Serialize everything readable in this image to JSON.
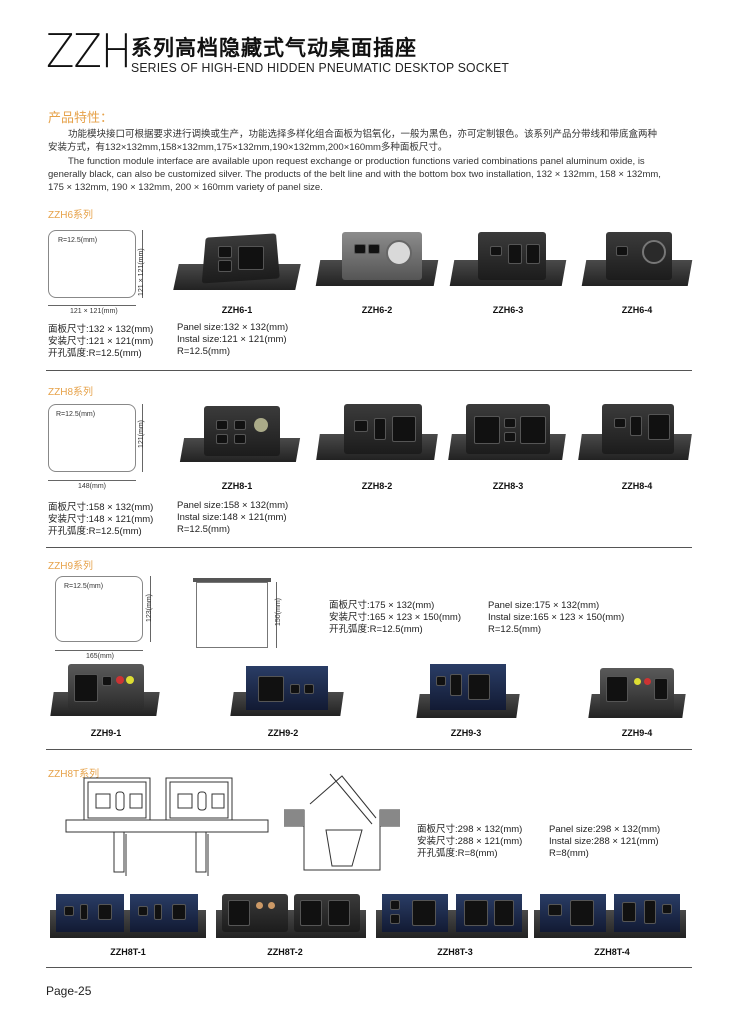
{
  "header": {
    "code": "ZZH",
    "title_cn": "系列高档隐藏式气动桌面插座",
    "title_en": "SERIES OF HIGH-END HIDDEN PNEUMATIC DESKTOP SOCKET"
  },
  "features": {
    "heading": "产品特性：",
    "cn_line1": "功能模块接口可根据要求进行调换或生产，功能选择多样化组合面板为铝氧化，一般为黑色，亦可定制银色。该系列产品分带线和带底盒两种",
    "cn_line2": "安装方式，有132×132mm,158×132mm,175×132mm,190×132mm,200×160mm多种面板尺寸。",
    "en_line1": "The function module interface are available upon request exchange or production functions varied combinations panel aluminum oxide, is",
    "en_line2": "generally black, can also be customized silver. The products of the belt line and with the bottom box two installation, 132 × 132mm, 158 × 132mm,",
    "en_line3": "175 × 132mm, 190 × 132mm, 200 × 160mm variety of panel size."
  },
  "zzh6": {
    "series": "ZZH6系列",
    "radius_label": "R=12.5(mm)",
    "width_label": "121 × 121(mm)",
    "height_label": "121 × 121(mm)",
    "spec_cn": [
      "面板尺寸:132 × 132(mm)",
      "安装尺寸:121 × 121(mm)",
      "开孔弧度:R=12.5(mm)"
    ],
    "spec_en": [
      "Panel size:132 × 132(mm)",
      "Instal size:121 × 121(mm)",
      "R=12.5(mm)"
    ],
    "products": [
      "ZZH6-1",
      "ZZH6-2",
      "ZZH6-3",
      "ZZH6-4"
    ]
  },
  "zzh8": {
    "series": "ZZH8系列",
    "radius_label": "R=12.5(mm)",
    "width_label": "148(mm)",
    "height_label": "121(mm)",
    "spec_cn": [
      "面板尺寸:158 × 132(mm)",
      "安装尺寸:148 × 121(mm)",
      "开孔弧度:R=12.5(mm)"
    ],
    "spec_en": [
      "Panel size:158 × 132(mm)",
      "Instal size:148 × 121(mm)",
      "R=12.5(mm)"
    ],
    "products": [
      "ZZH8-1",
      "ZZH8-2",
      "ZZH8-3",
      "ZZH8-4"
    ]
  },
  "zzh9": {
    "series": "ZZH9系列",
    "radius_label": "R=12.5(mm)",
    "width_label": "165(mm)",
    "height_label": "123(mm)",
    "depth_label": "150(mm)",
    "spec_cn": [
      "面板尺寸:175 × 132(mm)",
      "安装尺寸:165 × 123 × 150(mm)",
      "开孔弧度:R=12.5(mm)"
    ],
    "spec_en": [
      "Panel size:175 × 132(mm)",
      "Instal size:165 × 123 × 150(mm)",
      "R=12.5(mm)"
    ],
    "products": [
      "ZZH9-1",
      "ZZH9-2",
      "ZZH9-3",
      "ZZH9-4"
    ]
  },
  "zzh8t": {
    "series": "ZZH8T系列",
    "spec_cn": [
      "面板尺寸:298 × 132(mm)",
      "安装尺寸:288 × 121(mm)",
      "开孔弧度:R=8(mm)"
    ],
    "spec_en": [
      "Panel size:298 × 132(mm)",
      "Instal size:288 × 121(mm)",
      "R=8(mm)"
    ],
    "products": [
      "ZZH8T-1",
      "ZZH8T-2",
      "ZZH8T-3",
      "ZZH8T-4"
    ]
  },
  "footer": {
    "page": "Page-25"
  }
}
